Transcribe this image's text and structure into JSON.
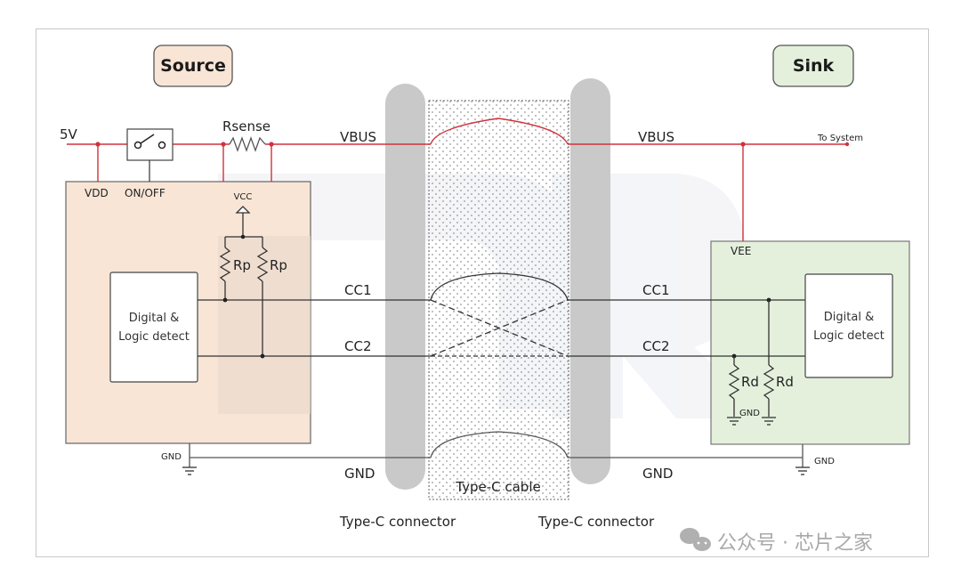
{
  "diagram": {
    "title_source": "Source",
    "title_sink": "Sink",
    "source": {
      "supply_label": "5V",
      "vdd_label": "VDD",
      "switch_label": "ON/OFF",
      "rsense_label": "Rsense",
      "vcc_label": "VCC",
      "rp1_label": "Rp",
      "rp2_label": "Rp",
      "logic_line1": "Digital &",
      "logic_line2": "Logic detect",
      "gnd_label": "GND"
    },
    "sink": {
      "vee_label": "VEE",
      "to_system_label": "To System",
      "rd1_label": "Rd",
      "rd2_label": "Rd",
      "inner_gnd_label": "GND",
      "logic_line1": "Digital &",
      "logic_line2": "Logic detect",
      "gnd_label": "GND"
    },
    "signals": {
      "vbus_left": "VBUS",
      "vbus_right": "VBUS",
      "cc1_left": "CC1",
      "cc1_right": "CC1",
      "cc2_left": "CC2",
      "cc2_right": "CC2",
      "gnd_left": "GND",
      "gnd_right": "GND"
    },
    "cable": {
      "cable_label": "Type-C cable",
      "connector_left_label": "Type-C connector",
      "connector_right_label": "Type-C connector"
    },
    "colors": {
      "power_line": "#d0323c",
      "signal_line": "#333333",
      "source_fill": "#f8e5d6",
      "sink_fill": "#e4f0dc",
      "connector_fill": "#c9c9c9"
    }
  },
  "watermark": {
    "text": "公众号 · 芯片之家",
    "icon": "wechat-icon"
  }
}
